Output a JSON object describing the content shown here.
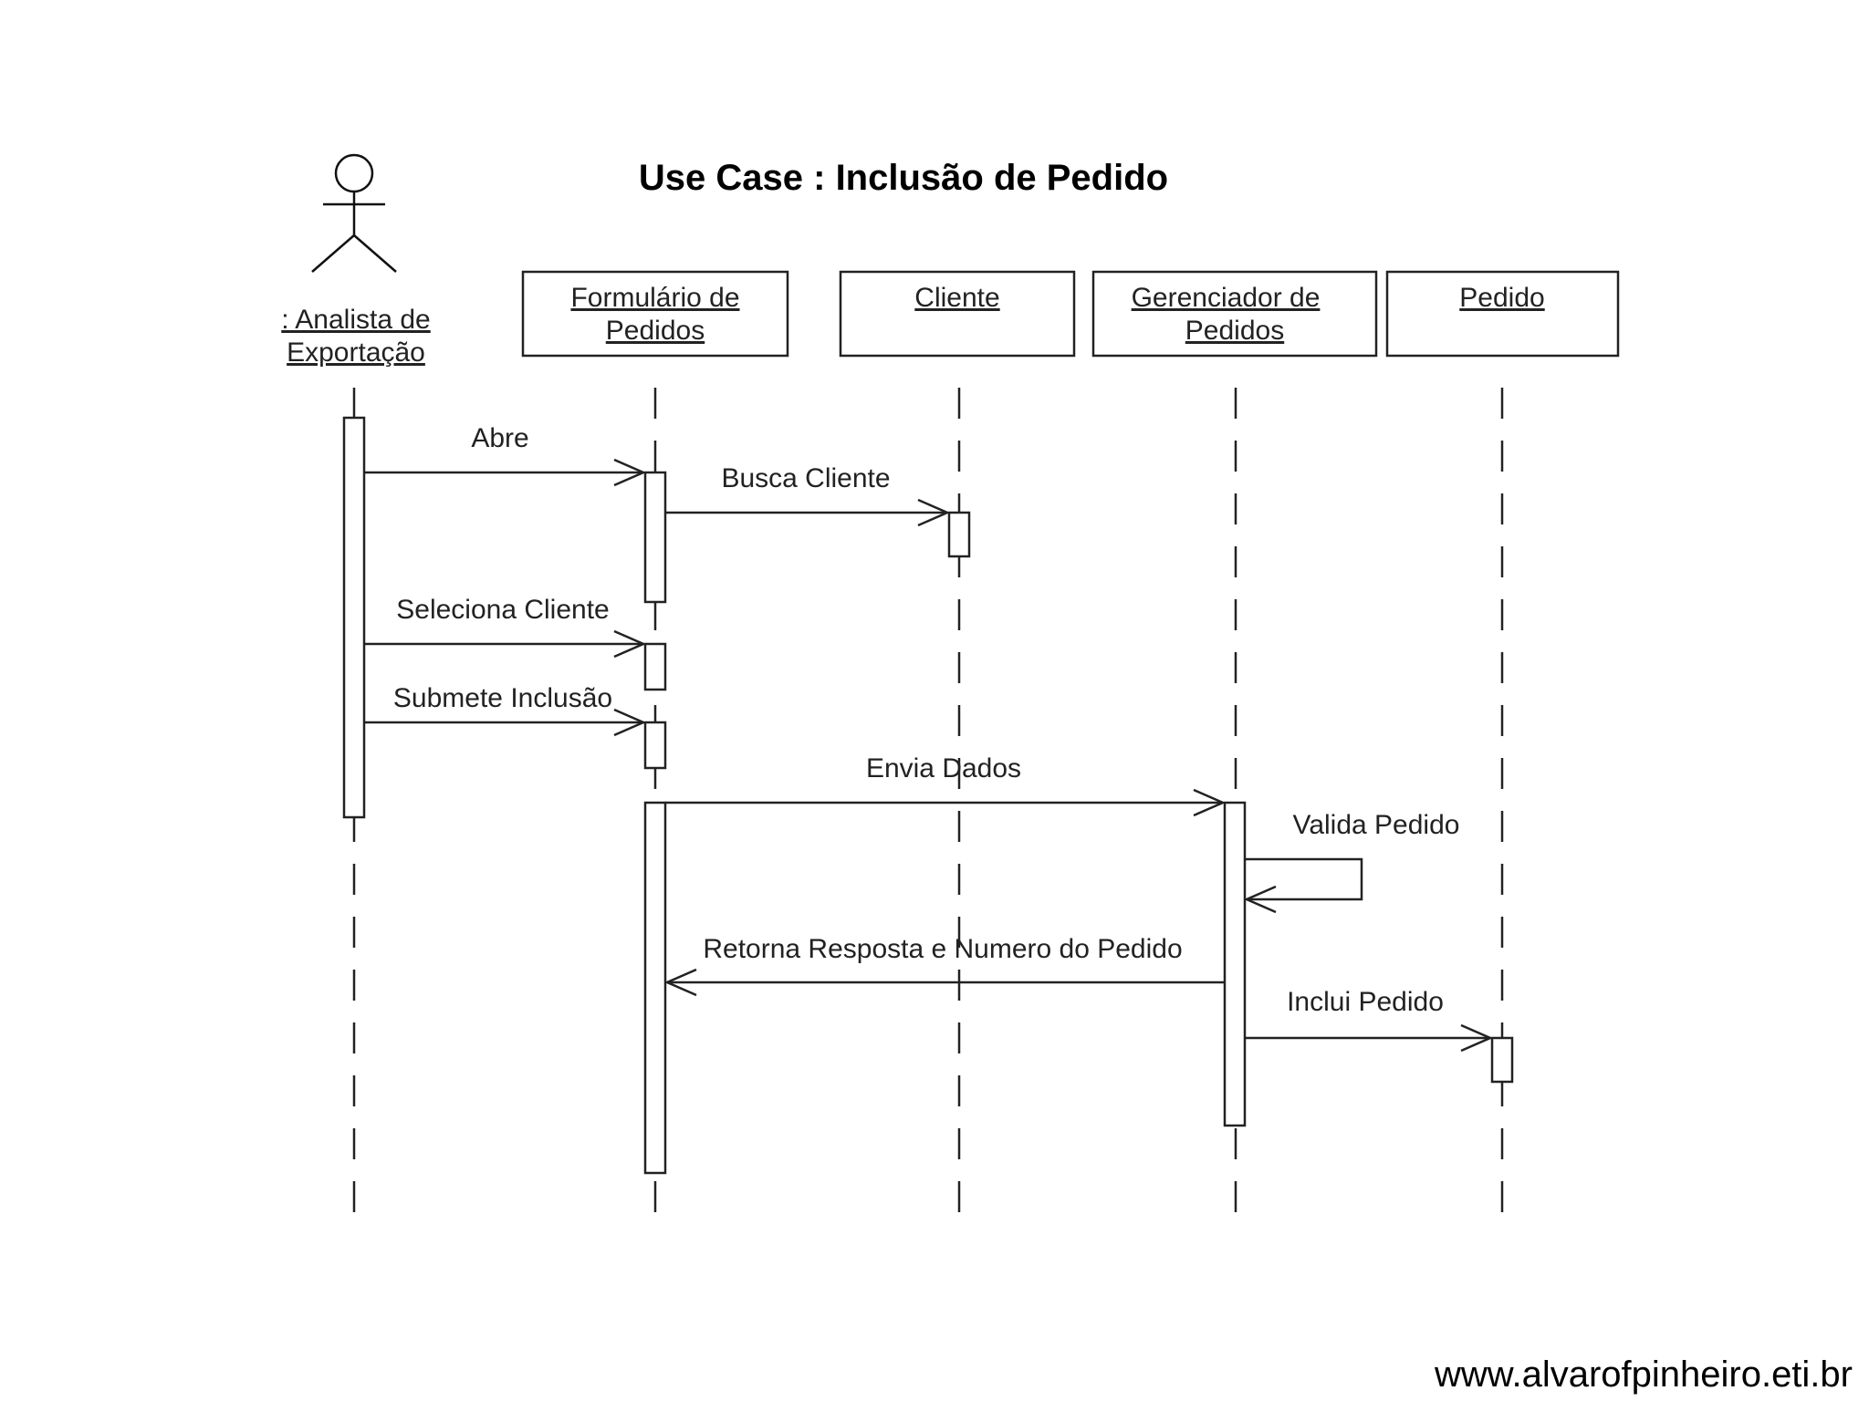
{
  "title": "Use Case : Inclusão de Pedido",
  "actor": {
    "line1": ": Analista de",
    "line2": "Exportação"
  },
  "objects": [
    {
      "line1": "Formulário de",
      "line2": "Pedidos"
    },
    {
      "line1": "Cliente",
      "line2": ""
    },
    {
      "line1": "Gerenciador de",
      "line2": "Pedidos"
    },
    {
      "line1": "Pedido",
      "line2": ""
    }
  ],
  "messages": [
    {
      "label": "Abre"
    },
    {
      "label": "Busca Cliente"
    },
    {
      "label": "Seleciona Cliente"
    },
    {
      "label": "Submete Inclusão"
    },
    {
      "label": "Envia Dados"
    },
    {
      "label": "Valida Pedido"
    },
    {
      "label": "Retorna Resposta e Numero do Pedido"
    },
    {
      "label": "Inclui Pedido"
    }
  ],
  "footer": "www.alvarofpinheiro.eti.br"
}
